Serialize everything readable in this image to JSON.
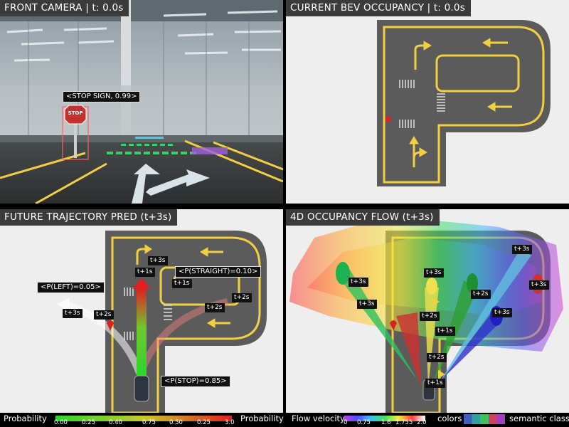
{
  "panels": {
    "camera": {
      "title": "FRONT CAMERA | t: 0.0s",
      "detection": "<STOP SIGN, 0.99>",
      "sign_text": "STOP"
    },
    "bev": {
      "title": "CURRENT BEV OCCUPANCY | t: 0.0s"
    },
    "trajectory": {
      "title": "FUTURE TRAJECTORY PRED (t+3s)",
      "p_left": "<P(LEFT)=0.05>",
      "p_straight": "<P(STRAIGHT)=0.10>",
      "p_stop": "<P(STOP)=0.85>",
      "time_tags": [
        "t+3s",
        "t+1s",
        "t+1s",
        "t+2s",
        "t+3s",
        "t+2s",
        "t+2s"
      ]
    },
    "flow": {
      "title": "4D OCCUPANCY FLOW (t+3s)",
      "time_tags": [
        "t+3s",
        "t+3s",
        "t+3s",
        "t+3s",
        "t+2s",
        "t+3s",
        "t+3s",
        "t+1s",
        "t+2s",
        "t+2s",
        "t+1s"
      ]
    }
  },
  "legend": {
    "prob_label_left": "Probability",
    "prob_ticks": [
      "0.00",
      "0.25",
      "0.40",
      "0.75",
      "0.50",
      "0.25",
      "3.0"
    ],
    "prob_label_right": "Probability",
    "flow_label": "Flow velocity",
    "flow_ticks": [
      "0",
      "0.75",
      "1.6",
      "1.755",
      "2.0"
    ],
    "colors_label": "colors",
    "semantic_label": "semantic class"
  },
  "colors": {
    "road": "#5b5b5b",
    "lane": "#f0d040",
    "prob_gradient": [
      "#2ad62a",
      "#c8c830",
      "#e02020"
    ]
  }
}
